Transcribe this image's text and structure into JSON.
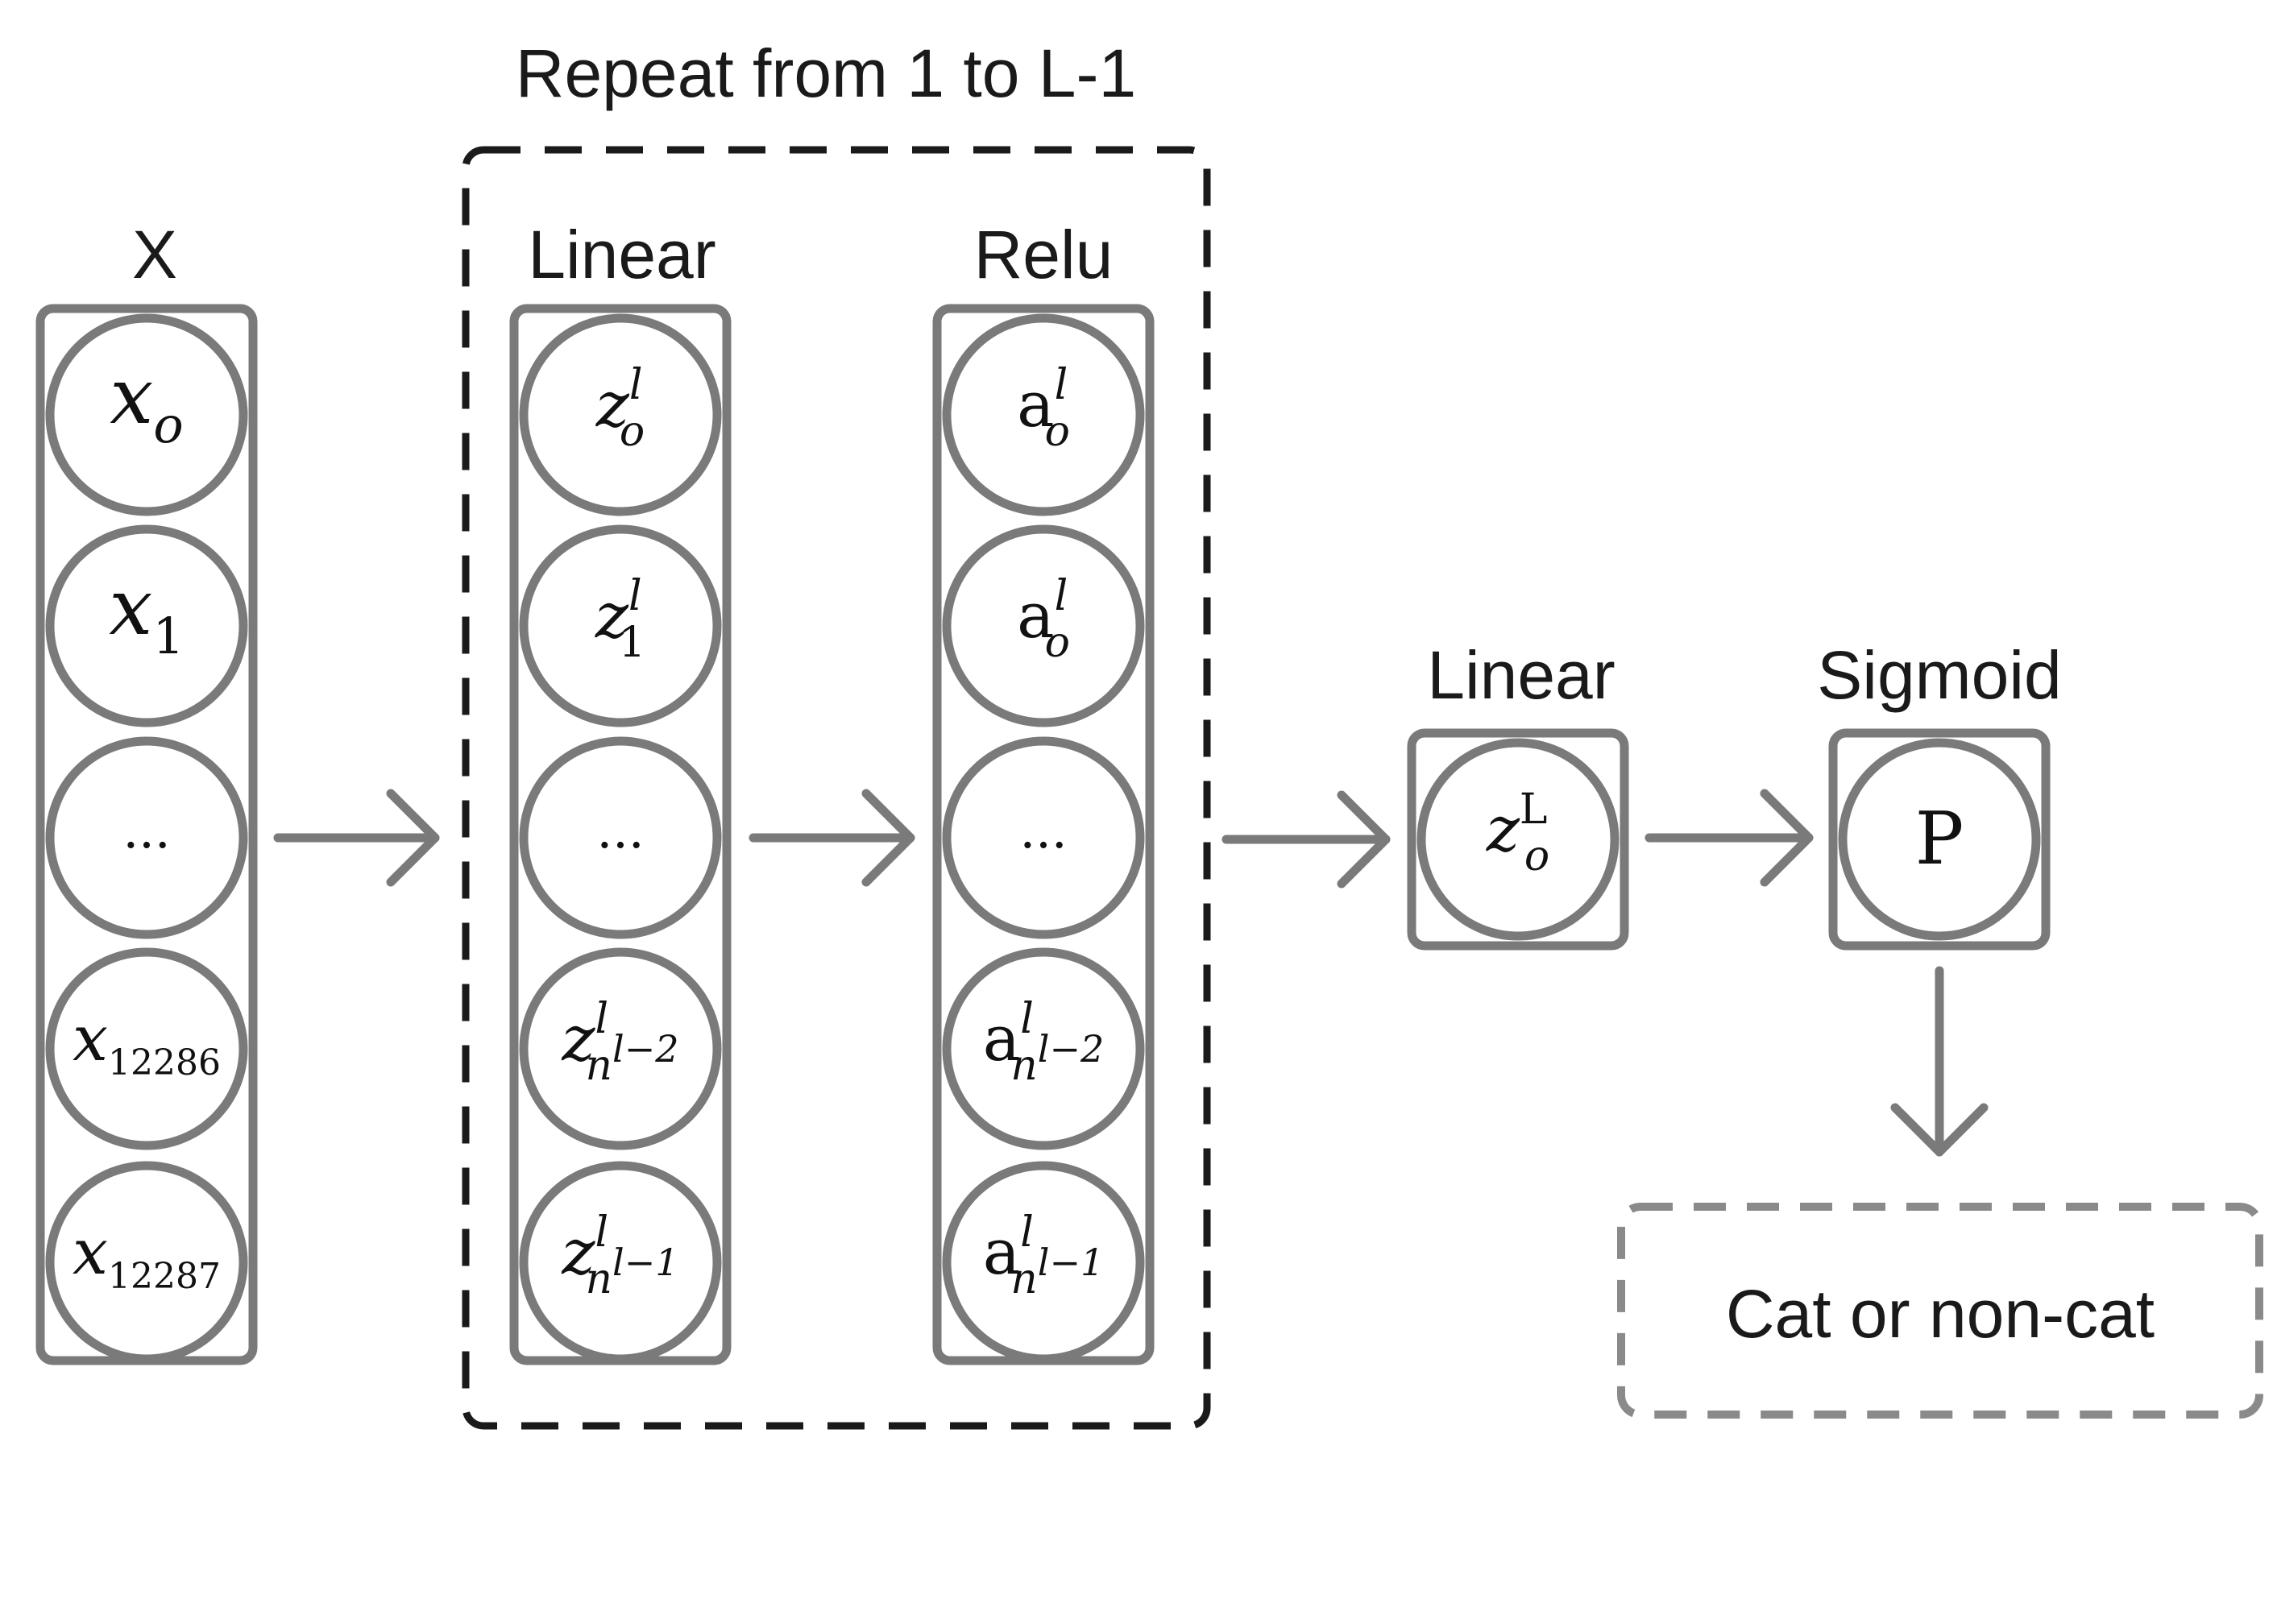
{
  "title": "Repeat from 1 to L-1",
  "columns": {
    "input": {
      "header": "X",
      "nodes": [
        {
          "base": "x",
          "sub": "o",
          "sup": ""
        },
        {
          "base": "x",
          "sub": "1",
          "sup": ""
        },
        {
          "base": "...",
          "sub": "",
          "sup": ""
        },
        {
          "base": "x",
          "sub": "12286",
          "sup": ""
        },
        {
          "base": "x",
          "sub": "12287",
          "sup": ""
        }
      ]
    },
    "linear": {
      "header": "Linear",
      "nodes": [
        {
          "base": "z",
          "sub": "o",
          "sup": "l"
        },
        {
          "base": "z",
          "sub": "1",
          "sup": "l"
        },
        {
          "base": "...",
          "sub": "",
          "sup": ""
        },
        {
          "base": "z",
          "sub": "n",
          "subsup": "l−2",
          "sup": "l"
        },
        {
          "base": "z",
          "sub": "n",
          "subsup": "l−1",
          "sup": "l"
        }
      ]
    },
    "relu": {
      "header": "Relu",
      "nodes": [
        {
          "base": "a",
          "sub": "o",
          "sup": "l"
        },
        {
          "base": "a",
          "sub": "o",
          "sup": "l"
        },
        {
          "base": "...",
          "sub": "",
          "sup": ""
        },
        {
          "base": "a",
          "sub": "n",
          "subsup": "l−2",
          "sup": "l"
        },
        {
          "base": "a",
          "sub": "n",
          "subsup": "l−1",
          "sup": "l"
        }
      ]
    }
  },
  "final_linear": {
    "header": "Linear",
    "node": {
      "base": "z",
      "sub": "o",
      "sup": "L"
    }
  },
  "sigmoid": {
    "header": "Sigmoid",
    "node": {
      "base": "P"
    }
  },
  "output": {
    "label": "Cat or non-cat"
  },
  "colors": {
    "stroke": "#7a7a7a",
    "dashed_box": "#1a1a1a",
    "output_box": "#8a8a8a",
    "text": "#1a1a1a"
  }
}
